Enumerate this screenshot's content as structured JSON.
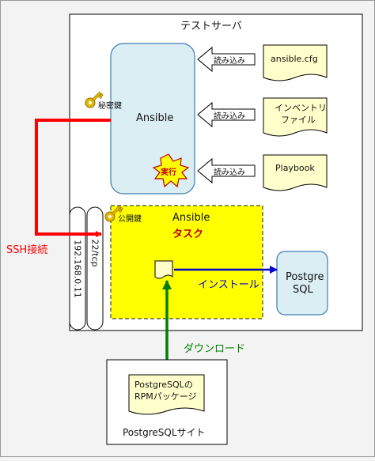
{
  "server": {
    "title": "テストサーバ"
  },
  "ansible": {
    "label": "Ansible",
    "private_key": "秘密鍵",
    "execute": "実行"
  },
  "inputs": [
    {
      "arrow_label": "読み込み",
      "doc_label": "ansible.cfg"
    },
    {
      "arrow_label": "読み込み",
      "doc_label_line1": "インベントリ",
      "doc_label_line2": "ファイル"
    },
    {
      "arrow_label": "読み込み",
      "doc_label": "Playbook"
    }
  ],
  "task": {
    "title_line1": "Ansible",
    "title_line2": "タスク",
    "public_key": "公開鍵"
  },
  "ports": {
    "ip": "192.168.0.11",
    "port": "22/tcp"
  },
  "ssh": {
    "label": "SSH接続"
  },
  "install": {
    "label": "インストール"
  },
  "postgres": {
    "line1": "Postgre",
    "line2": "SQL"
  },
  "download": {
    "label": "ダウンロード"
  },
  "site": {
    "package_line1": "PostgreSQLの",
    "package_line2": "RPMパッケージ",
    "title": "PostgreSQLサイト"
  },
  "colors": {
    "ssh": "#ff0000",
    "install": "#0000cc",
    "download": "#008000",
    "ansible_box": "#dbeef3",
    "task_box": "#ffff00",
    "document": "#ffffcc",
    "key": "#e8b800"
  }
}
